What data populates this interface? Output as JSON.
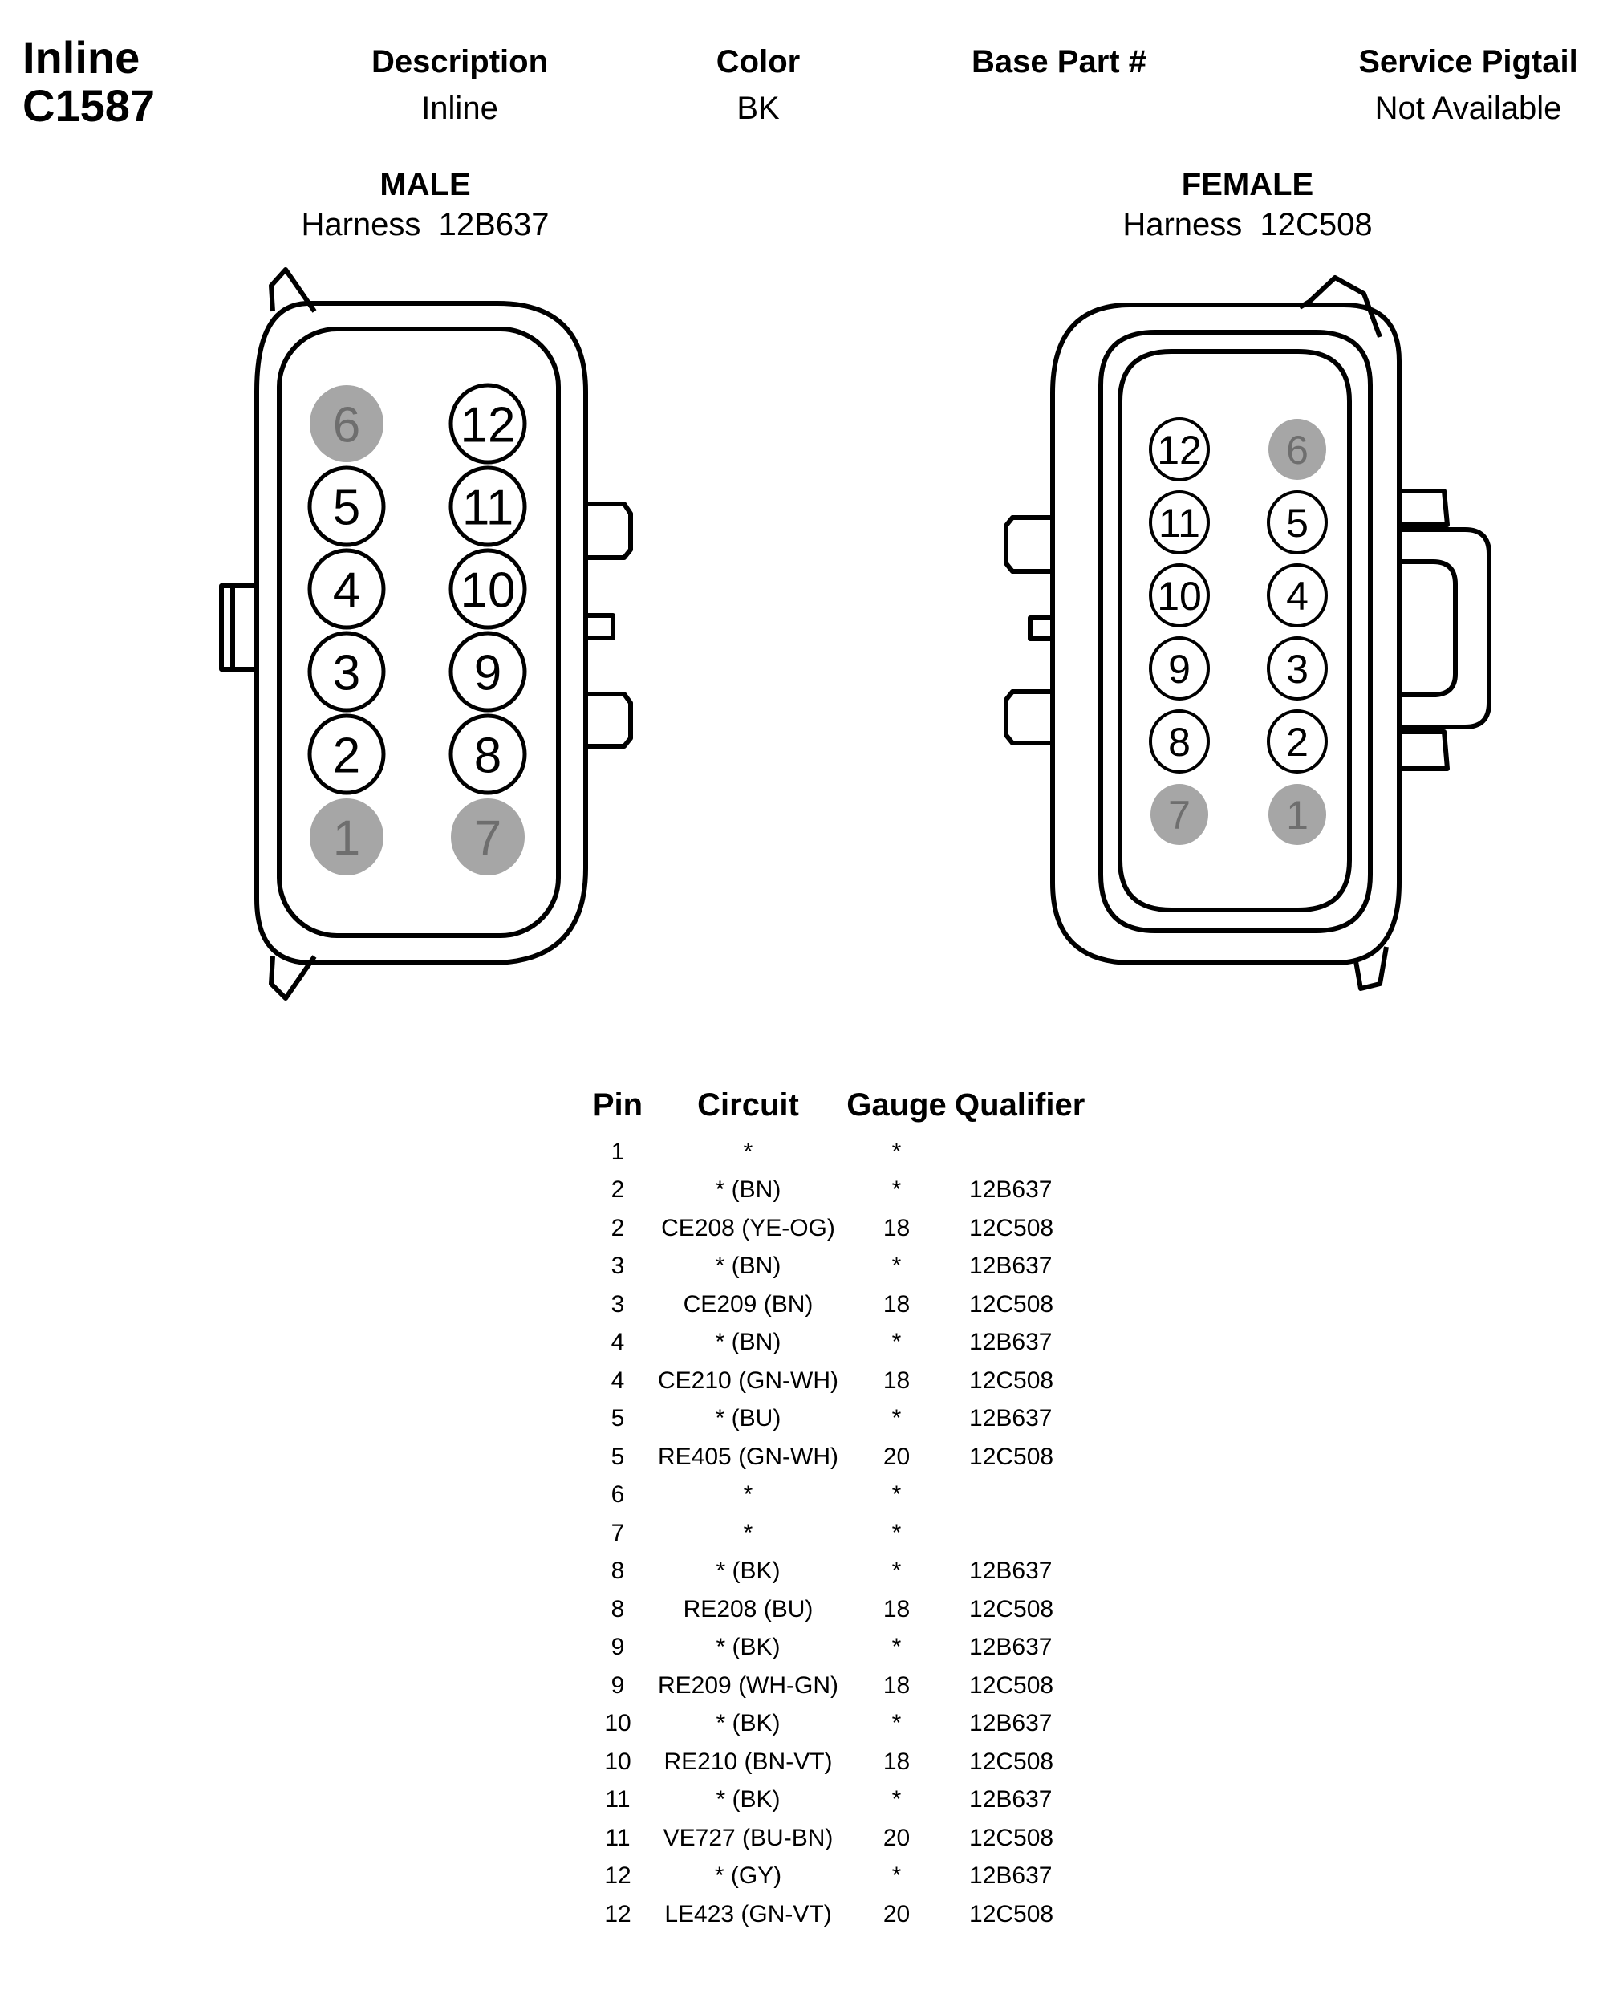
{
  "title": {
    "line1": "Inline",
    "line2": "C1587"
  },
  "header": {
    "description_label": "Description",
    "description_value": "Inline",
    "color_label": "Color",
    "color_value": "BK",
    "base_part_label": "Base Part #",
    "base_part_value": "",
    "service_pigtail_label": "Service Pigtail",
    "service_pigtail_value": "Not Available"
  },
  "male": {
    "label": "MALE",
    "harness": "Harness  12B637",
    "pins": [
      {
        "num": "6",
        "filled": true
      },
      {
        "num": "12",
        "filled": false
      },
      {
        "num": "5",
        "filled": false
      },
      {
        "num": "11",
        "filled": false
      },
      {
        "num": "4",
        "filled": false
      },
      {
        "num": "10",
        "filled": false
      },
      {
        "num": "3",
        "filled": false
      },
      {
        "num": "9",
        "filled": false
      },
      {
        "num": "2",
        "filled": false
      },
      {
        "num": "8",
        "filled": false
      },
      {
        "num": "1",
        "filled": true
      },
      {
        "num": "7",
        "filled": true
      }
    ]
  },
  "female": {
    "label": "FEMALE",
    "harness": "Harness  12C508",
    "pins": [
      {
        "num": "12",
        "filled": false
      },
      {
        "num": "6",
        "filled": true
      },
      {
        "num": "11",
        "filled": false
      },
      {
        "num": "5",
        "filled": false
      },
      {
        "num": "10",
        "filled": false
      },
      {
        "num": "4",
        "filled": false
      },
      {
        "num": "9",
        "filled": false
      },
      {
        "num": "3",
        "filled": false
      },
      {
        "num": "8",
        "filled": false
      },
      {
        "num": "2",
        "filled": false
      },
      {
        "num": "7",
        "filled": true
      },
      {
        "num": "1",
        "filled": true
      }
    ]
  },
  "colors": {
    "pin_filled": "#a6a6a6",
    "pin_filled_text": "#6e6e6e",
    "outline": "#000000"
  },
  "table": {
    "headers": {
      "pin": "Pin",
      "circuit": "Circuit",
      "gauge": "Gauge",
      "qualifier": "Qualifier"
    },
    "rows": [
      {
        "pin": "1",
        "circuit": "*",
        "gauge": "*",
        "qualifier": ""
      },
      {
        "pin": "2",
        "circuit": "* (BN)",
        "gauge": "*",
        "qualifier": "12B637"
      },
      {
        "pin": "2",
        "circuit": "CE208 (YE-OG)",
        "gauge": "18",
        "qualifier": "12C508"
      },
      {
        "pin": "3",
        "circuit": "* (BN)",
        "gauge": "*",
        "qualifier": "12B637"
      },
      {
        "pin": "3",
        "circuit": "CE209 (BN)",
        "gauge": "18",
        "qualifier": "12C508"
      },
      {
        "pin": "4",
        "circuit": "* (BN)",
        "gauge": "*",
        "qualifier": "12B637"
      },
      {
        "pin": "4",
        "circuit": "CE210 (GN-WH)",
        "gauge": "18",
        "qualifier": "12C508"
      },
      {
        "pin": "5",
        "circuit": "* (BU)",
        "gauge": "*",
        "qualifier": "12B637"
      },
      {
        "pin": "5",
        "circuit": "RE405 (GN-WH)",
        "gauge": "20",
        "qualifier": "12C508"
      },
      {
        "pin": "6",
        "circuit": "*",
        "gauge": "*",
        "qualifier": ""
      },
      {
        "pin": "7",
        "circuit": "*",
        "gauge": "*",
        "qualifier": ""
      },
      {
        "pin": "8",
        "circuit": "* (BK)",
        "gauge": "*",
        "qualifier": "12B637"
      },
      {
        "pin": "8",
        "circuit": "RE208 (BU)",
        "gauge": "18",
        "qualifier": "12C508"
      },
      {
        "pin": "9",
        "circuit": "* (BK)",
        "gauge": "*",
        "qualifier": "12B637"
      },
      {
        "pin": "9",
        "circuit": "RE209 (WH-GN)",
        "gauge": "18",
        "qualifier": "12C508"
      },
      {
        "pin": "10",
        "circuit": "* (BK)",
        "gauge": "*",
        "qualifier": "12B637"
      },
      {
        "pin": "10",
        "circuit": "RE210 (BN-VT)",
        "gauge": "18",
        "qualifier": "12C508"
      },
      {
        "pin": "11",
        "circuit": "* (BK)",
        "gauge": "*",
        "qualifier": "12B637"
      },
      {
        "pin": "11",
        "circuit": "VE727 (BU-BN)",
        "gauge": "20",
        "qualifier": "12C508"
      },
      {
        "pin": "12",
        "circuit": "* (GY)",
        "gauge": "*",
        "qualifier": "12B637"
      },
      {
        "pin": "12",
        "circuit": "LE423 (GN-VT)",
        "gauge": "20",
        "qualifier": "12C508"
      }
    ]
  }
}
